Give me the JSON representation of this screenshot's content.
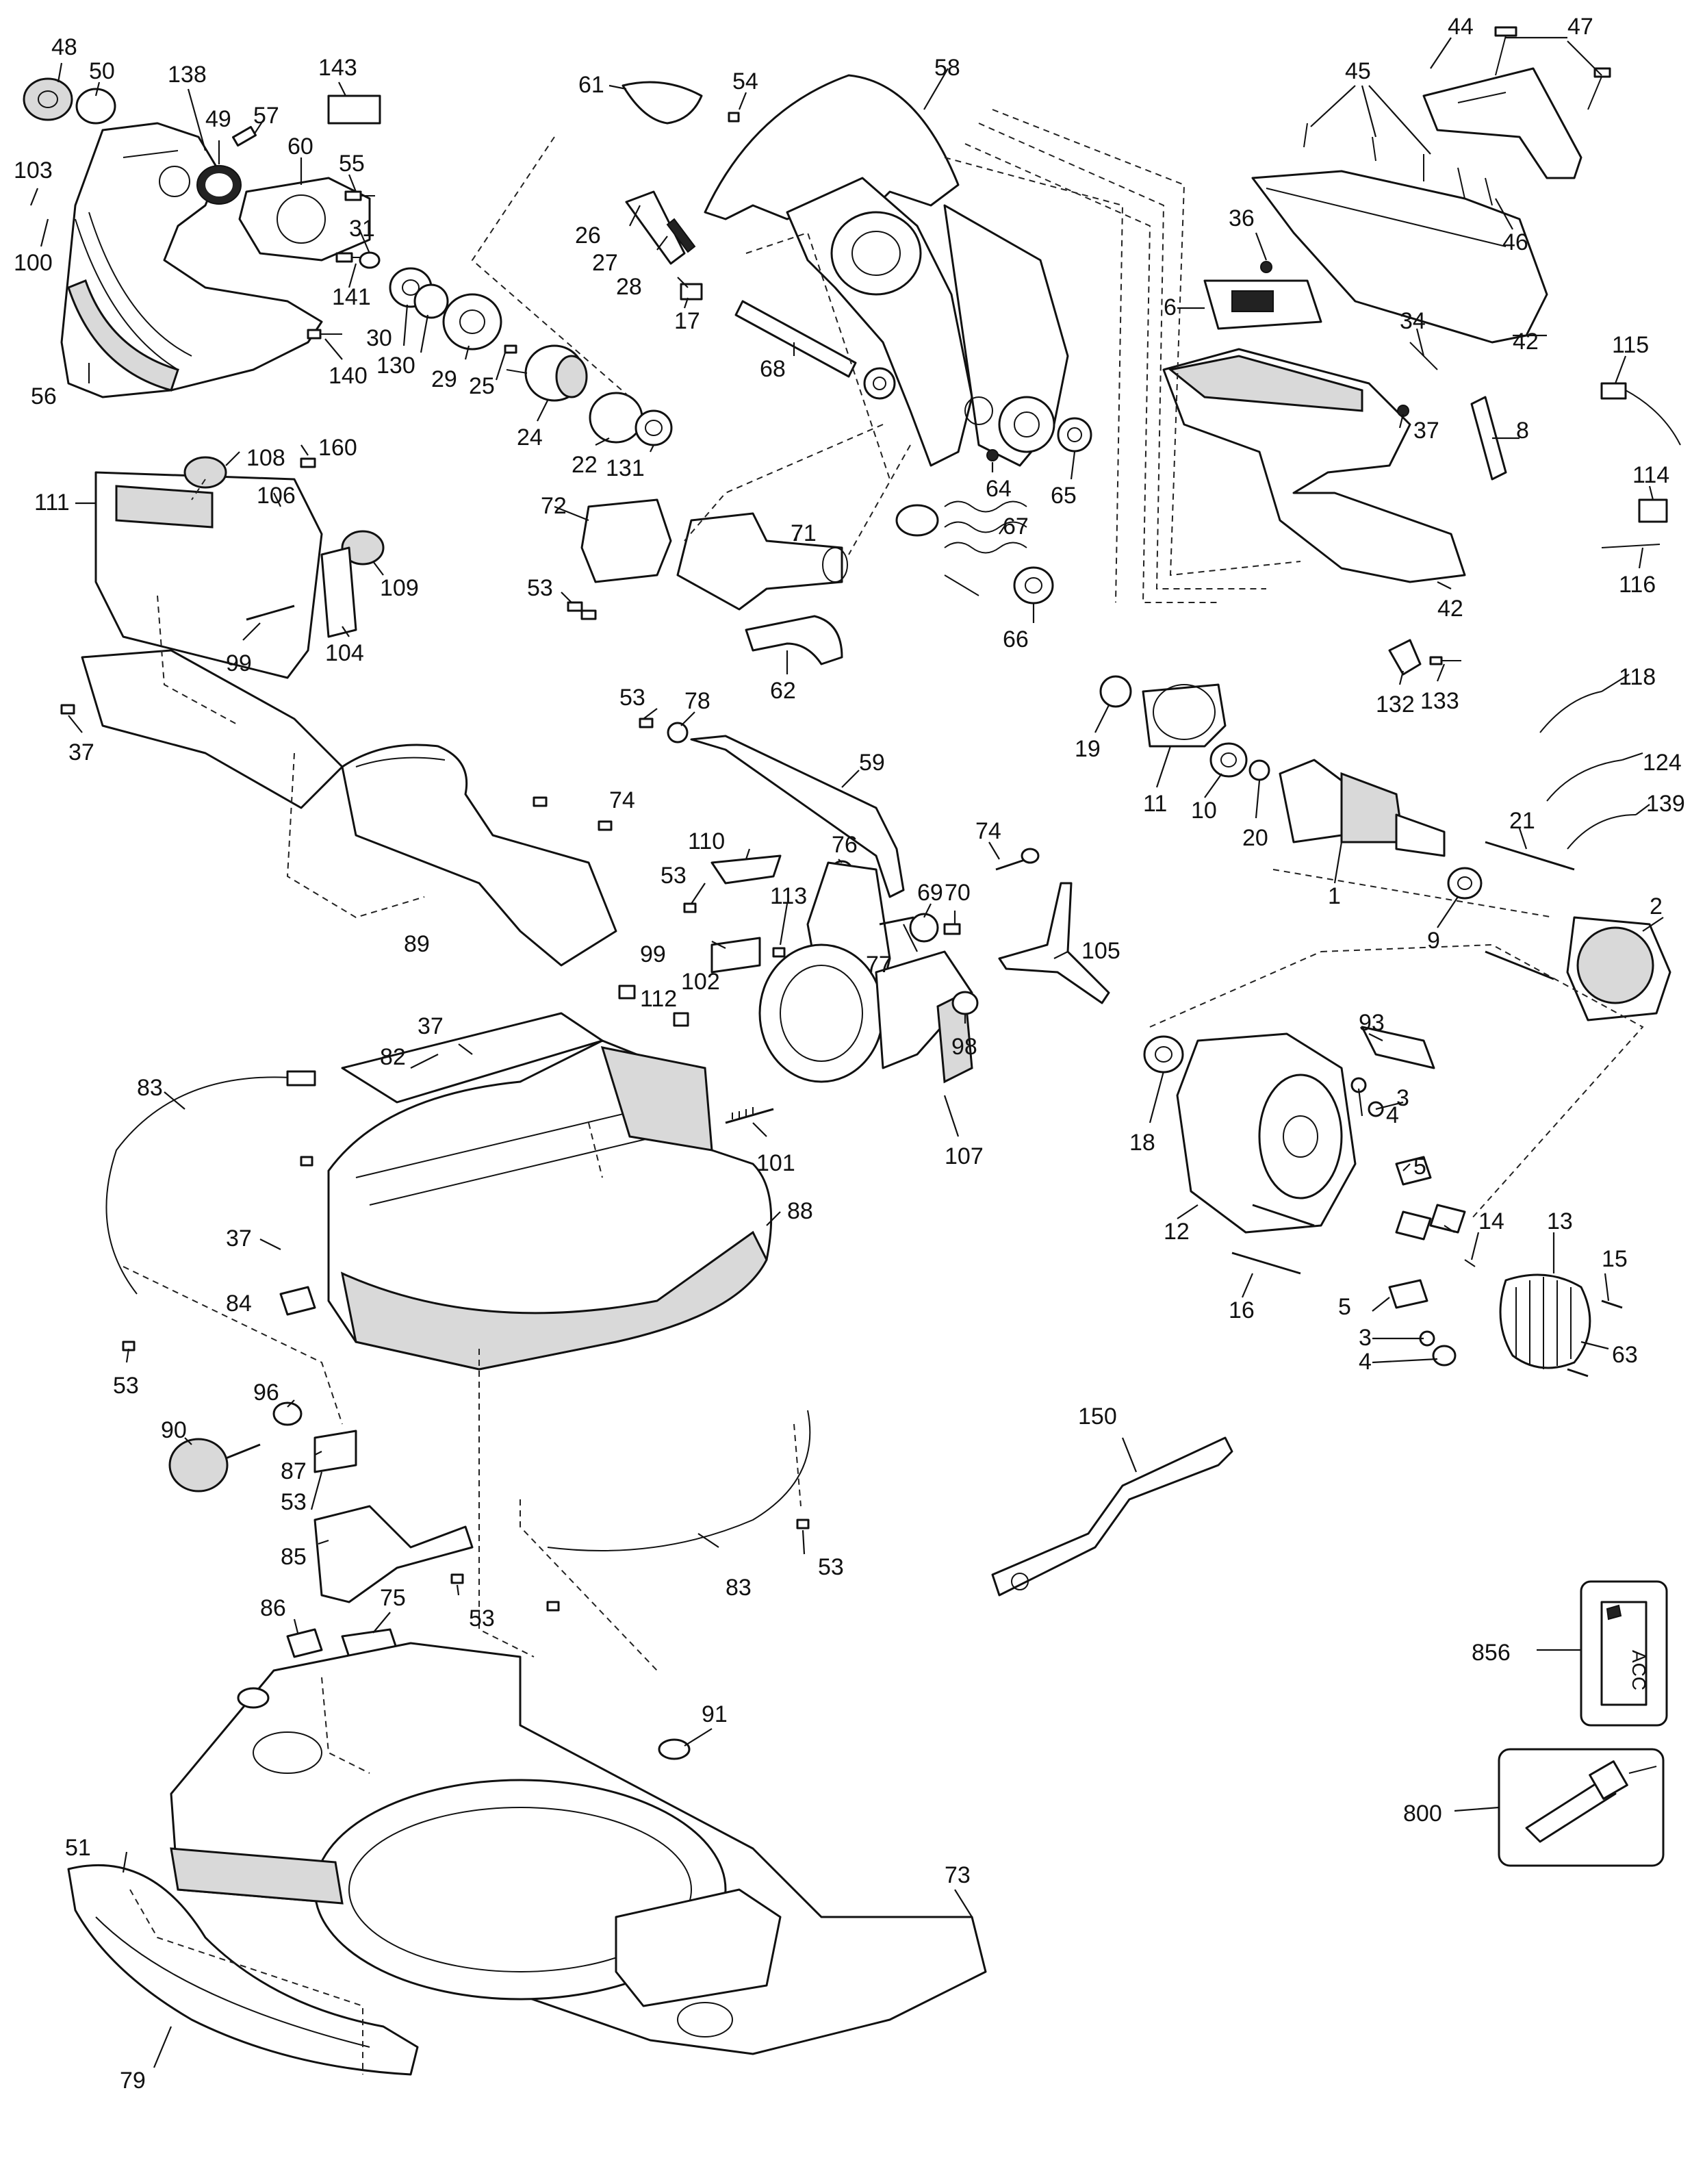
{
  "callouts": {
    "c48": "48",
    "c50": "50",
    "c138": "138",
    "c143": "143",
    "c61": "61",
    "c54": "54",
    "c58": "58",
    "c44": "44",
    "c47": "47",
    "c45": "45",
    "c46": "46",
    "c36": "36",
    "c6": "6",
    "c42a": "42",
    "c42b": "42",
    "c34": "34",
    "c115": "115",
    "c37a": "37",
    "c8": "8",
    "c114": "114",
    "c116": "116",
    "c103": "103",
    "c100": "100",
    "c49": "49",
    "c57": "57",
    "c60": "60",
    "c55": "55",
    "c31": "31",
    "c141": "141",
    "c140": "140",
    "c30": "30",
    "c130": "130",
    "c29": "29",
    "c25": "25",
    "c24": "24",
    "c22": "22",
    "c131": "131",
    "c26": "26",
    "c27": "27",
    "c28": "28",
    "c17": "17",
    "c68": "68",
    "c64": "64",
    "c65": "65",
    "c56": "56",
    "c108": "108",
    "c160": "160",
    "c111": "111",
    "c106": "106",
    "c109": "109",
    "c104": "104",
    "c99a": "99",
    "c37b": "37",
    "c72": "72",
    "c53a": "53",
    "c71": "71",
    "c62": "62",
    "c67": "67",
    "c66": "66",
    "c132": "132",
    "c133": "133",
    "c118": "118",
    "c19": "19",
    "c11": "11",
    "c10": "10",
    "c20": "20",
    "c124": "124",
    "c139": "139",
    "c21": "21",
    "c1": "1",
    "c9": "9",
    "c2": "2",
    "c53b": "53",
    "c78": "78",
    "c59": "59",
    "c74a": "74",
    "c74b": "74",
    "c110": "110",
    "c76": "76",
    "c53c": "53",
    "c113": "113",
    "c69": "69",
    "c70": "70",
    "c105": "105",
    "c89": "89",
    "c99b": "99",
    "c112": "112",
    "c102": "102",
    "c77": "77",
    "c98": "98",
    "c37c": "37",
    "c82": "82",
    "c93": "93",
    "c4a": "4",
    "c3a": "3",
    "c5a": "5",
    "c18": "18",
    "c83a": "83",
    "c101": "101",
    "c107": "107",
    "c12": "12",
    "c88": "88",
    "c14": "14",
    "c13": "13",
    "c15": "15",
    "c37d": "37",
    "c84": "84",
    "c16": "16",
    "c5b": "5",
    "c3b": "3",
    "c4b": "4",
    "c63": "63",
    "c53d": "53",
    "c96": "96",
    "c90": "90",
    "c87": "87",
    "c53e": "53",
    "c150": "150",
    "c85": "85",
    "c53f": "53",
    "c83b": "83",
    "c53g": "53",
    "c86": "86",
    "c75": "75",
    "c856": "856",
    "c91": "91",
    "c800": "800",
    "c51": "51",
    "c73": "73",
    "c79": "79"
  },
  "inset_856_label": "ACC",
  "icons": {
    "label_843": "warning-label-icon",
    "inset_856": "accessory-card-icon",
    "inset_800": "hose-fitting-icon"
  }
}
